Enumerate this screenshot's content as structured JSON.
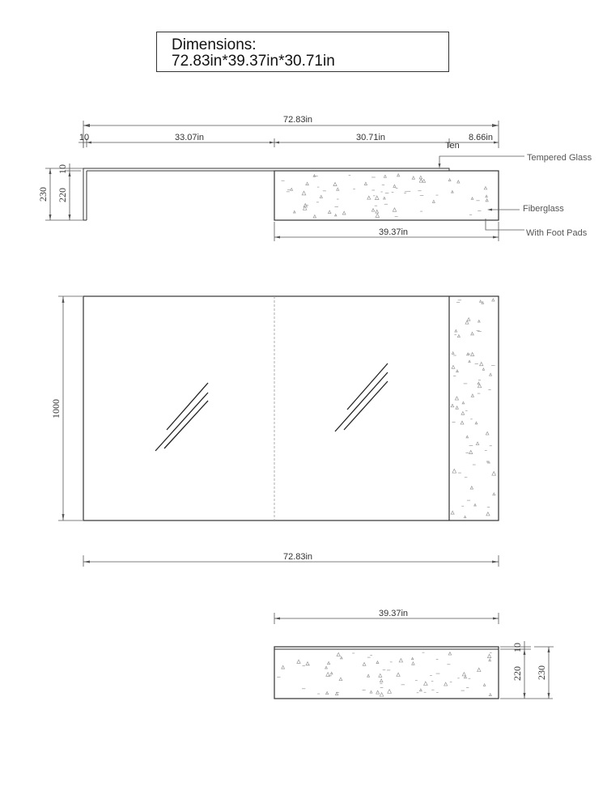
{
  "title": {
    "line1": "Dimensions:",
    "line2": "72.83in*39.37in*30.71in"
  },
  "top_view": {
    "overall_width": "72.83in",
    "seg_small": "10",
    "seg_left": "33.07in",
    "seg_middle": "30.71in",
    "seg_right": "8.66in",
    "ten_label": "Ten",
    "base_width": "39.37in",
    "height_total": "230",
    "height_top": "10",
    "height_body": "220"
  },
  "callouts": {
    "glass": "Tempered Glass",
    "fiberglass": "Fiberglass",
    "foot_pads": "With Foot Pads"
  },
  "plan_view": {
    "depth": "1000",
    "width": "72.83in"
  },
  "side_view": {
    "width": "39.37in",
    "height_top": "10",
    "height_body": "220",
    "height_total": "230"
  },
  "colors": {
    "line": "#333333",
    "dim_line": "#555555",
    "speckle": "#999999"
  }
}
